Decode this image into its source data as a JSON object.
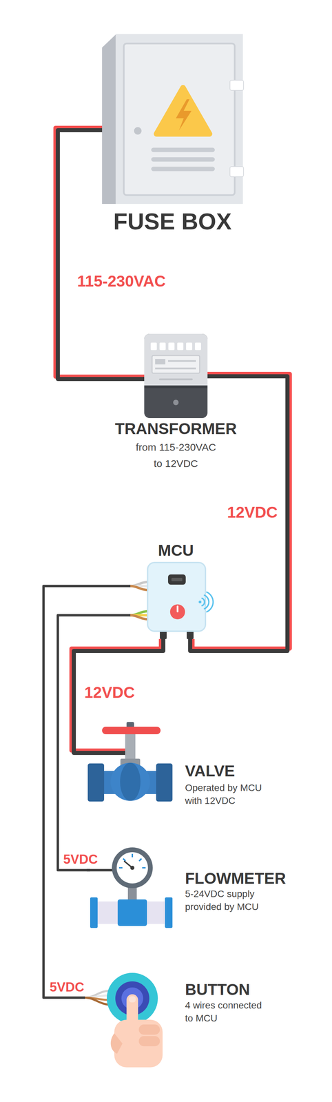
{
  "diagram": {
    "nodes": [
      {
        "text": [
          "FUSE BOX"
        ]
      },
      {
        "text": [
          "TRANSFORMER",
          "from 115-230VAC to 12VDC"
        ]
      },
      {
        "text": [
          "MCU"
        ]
      },
      {
        "text": [
          "VALVE",
          "Operated by MCU with 12VDC"
        ]
      },
      {
        "text": [
          "FLOWMETER",
          "5-24VDC supply provided by MCU"
        ]
      },
      {
        "text": [
          "BUTTON",
          "4 wires connected to MCU"
        ]
      }
    ],
    "edges": [
      {
        "from": 0,
        "to": 1,
        "arrow": "none",
        "label": "115-230VAC"
      },
      {
        "from": 1,
        "to": 2,
        "arrow": "none",
        "label": "12VDC"
      },
      {
        "from": 2,
        "to": 3,
        "arrow": "none",
        "label": "12VDC"
      },
      {
        "from": 2,
        "to": 4,
        "arrow": "none",
        "label": "5VDC"
      },
      {
        "from": 2,
        "to": 5,
        "arrow": "none",
        "label": "5VDC"
      }
    ]
  }
}
